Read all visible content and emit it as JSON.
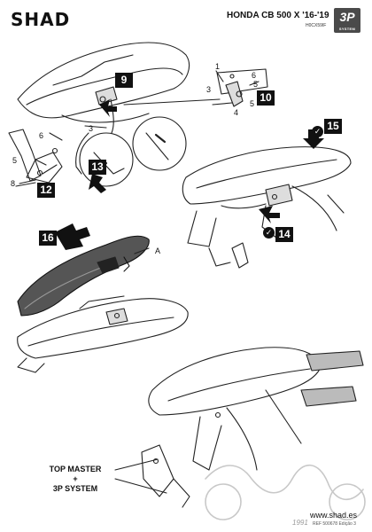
{
  "header": {
    "brand": "SHAD",
    "model": "HONDA CB 500 X '16-'19",
    "model_code": "H0CX59IF",
    "badge_main": "3P",
    "badge_sub": "SYSTEM"
  },
  "steps": {
    "s9": "9",
    "s10": "10",
    "s12": "12",
    "s13": "13",
    "s14": "14",
    "s15": "15",
    "s16": "16"
  },
  "part_numbers": {
    "n1": "1",
    "n3a": "3",
    "n3b": "3",
    "n4": "4",
    "n5a": "5",
    "n5b": "5",
    "n5c": "5",
    "n6a": "6",
    "n6b": "6",
    "n8": "8"
  },
  "label_a": "A",
  "caption": {
    "line1": "TOP MASTER",
    "line2": "+",
    "line3": "3P SYSTEM"
  },
  "footer": {
    "url": "www.shad.es",
    "ref": "REF 500678 Edição 3",
    "watermark_year": "1991"
  },
  "colors": {
    "ink": "#111111",
    "bg": "#ffffff",
    "badge": "#4a4a4a"
  }
}
